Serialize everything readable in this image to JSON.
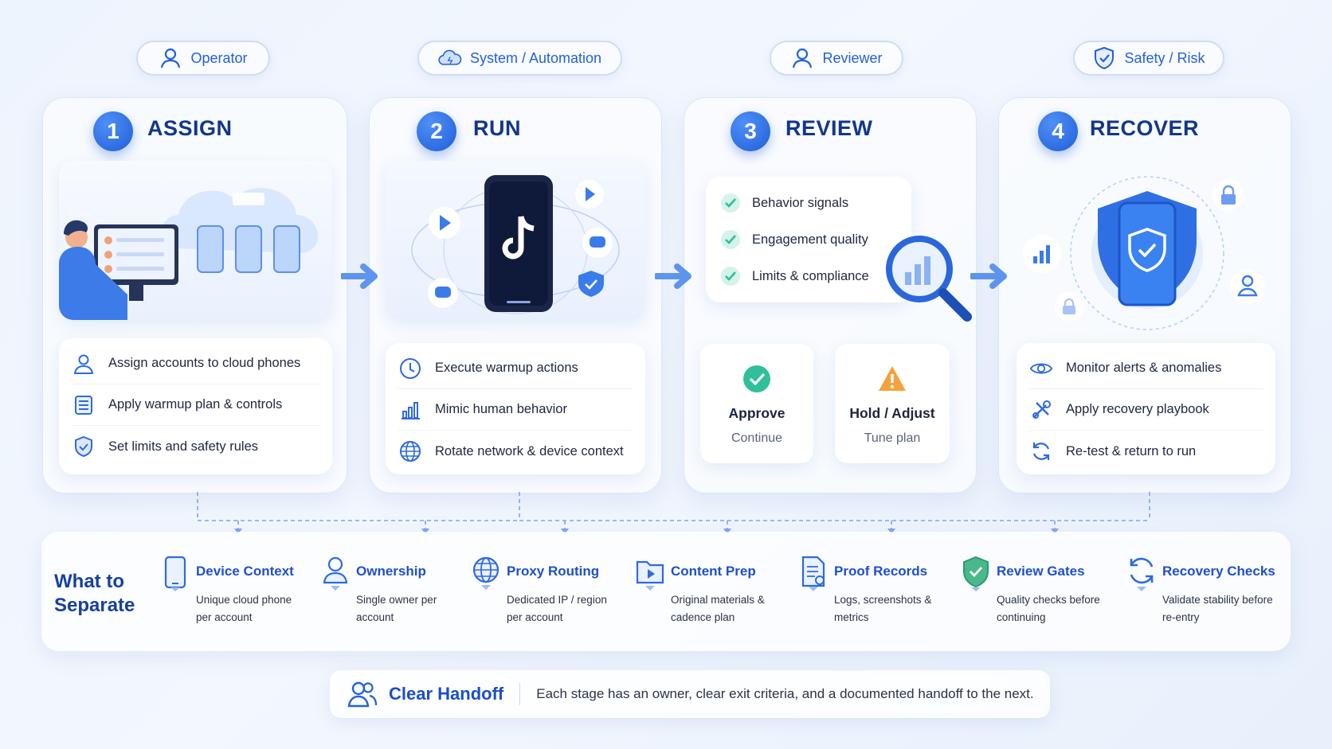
{
  "roles": [
    {
      "label": "Operator",
      "icon": "user-icon"
    },
    {
      "label": "System / Automation",
      "icon": "cloud-icon"
    },
    {
      "label": "Reviewer",
      "icon": "user-icon"
    },
    {
      "label": "Safety / Risk",
      "icon": "shield-check-icon"
    }
  ],
  "stages": [
    {
      "number": "1",
      "title": "ASSIGN",
      "items": [
        {
          "label": "Assign accounts to cloud phones",
          "icon": "user-icon"
        },
        {
          "label": "Apply warmup plan & controls",
          "icon": "checklist-icon"
        },
        {
          "label": "Set limits and safety rules",
          "icon": "shield-check-icon"
        }
      ]
    },
    {
      "number": "2",
      "title": "RUN",
      "items": [
        {
          "label": "Execute warmup actions",
          "icon": "clock-icon"
        },
        {
          "label": "Mimic human behavior",
          "icon": "bar-chart-icon"
        },
        {
          "label": "Rotate network & device context",
          "icon": "globe-icon"
        }
      ]
    },
    {
      "number": "3",
      "title": "REVIEW",
      "checks": [
        "Behavior signals",
        "Engagement quality",
        "Limits & compliance"
      ],
      "decisions": [
        {
          "title": "Approve",
          "sub": "Continue",
          "icon": "check-circle-icon",
          "color": "#2fbf9b"
        },
        {
          "title": "Hold / Adjust",
          "sub": "Tune plan",
          "icon": "warning-icon",
          "color": "#f4a23c"
        }
      ]
    },
    {
      "number": "4",
      "title": "RECOVER",
      "items": [
        {
          "label": "Monitor alerts & anomalies",
          "icon": "eye-icon"
        },
        {
          "label": "Apply recovery playbook",
          "icon": "tools-icon"
        },
        {
          "label": "Re-test & return to run",
          "icon": "refresh-icon"
        }
      ]
    }
  ],
  "separate": {
    "heading_line1": "What to",
    "heading_line2": "Separate",
    "items": [
      {
        "title": "Device Context",
        "line1": "Unique cloud phone",
        "line2": "per account",
        "icon": "phone-icon"
      },
      {
        "title": "Ownership",
        "line1": "Single owner per",
        "line2": "account",
        "icon": "user-icon"
      },
      {
        "title": "Proxy Routing",
        "line1": "Dedicated IP / region",
        "line2": "per account",
        "icon": "globe-icon"
      },
      {
        "title": "Content Prep",
        "line1": "Original materials &",
        "line2": "cadence plan",
        "icon": "folder-play-icon"
      },
      {
        "title": "Proof Records",
        "line1": "Logs, screenshots &",
        "line2": "metrics",
        "icon": "document-icon"
      },
      {
        "title": "Review Gates",
        "line1": "Quality checks before",
        "line2": "continuing",
        "icon": "shield-check-icon"
      },
      {
        "title": "Recovery Checks",
        "line1": "Validate stability before",
        "line2": "re-entry",
        "icon": "refresh-icon"
      }
    ]
  },
  "handoff": {
    "title": "Clear Handoff",
    "description": "Each stage has an owner, clear exit criteria, and a documented handoff to the next.",
    "icon": "users-icon"
  },
  "colors": {
    "primary": "#1f5fd8",
    "title": "#13368c",
    "success": "#2fbf9b",
    "warning": "#f4a23c"
  }
}
